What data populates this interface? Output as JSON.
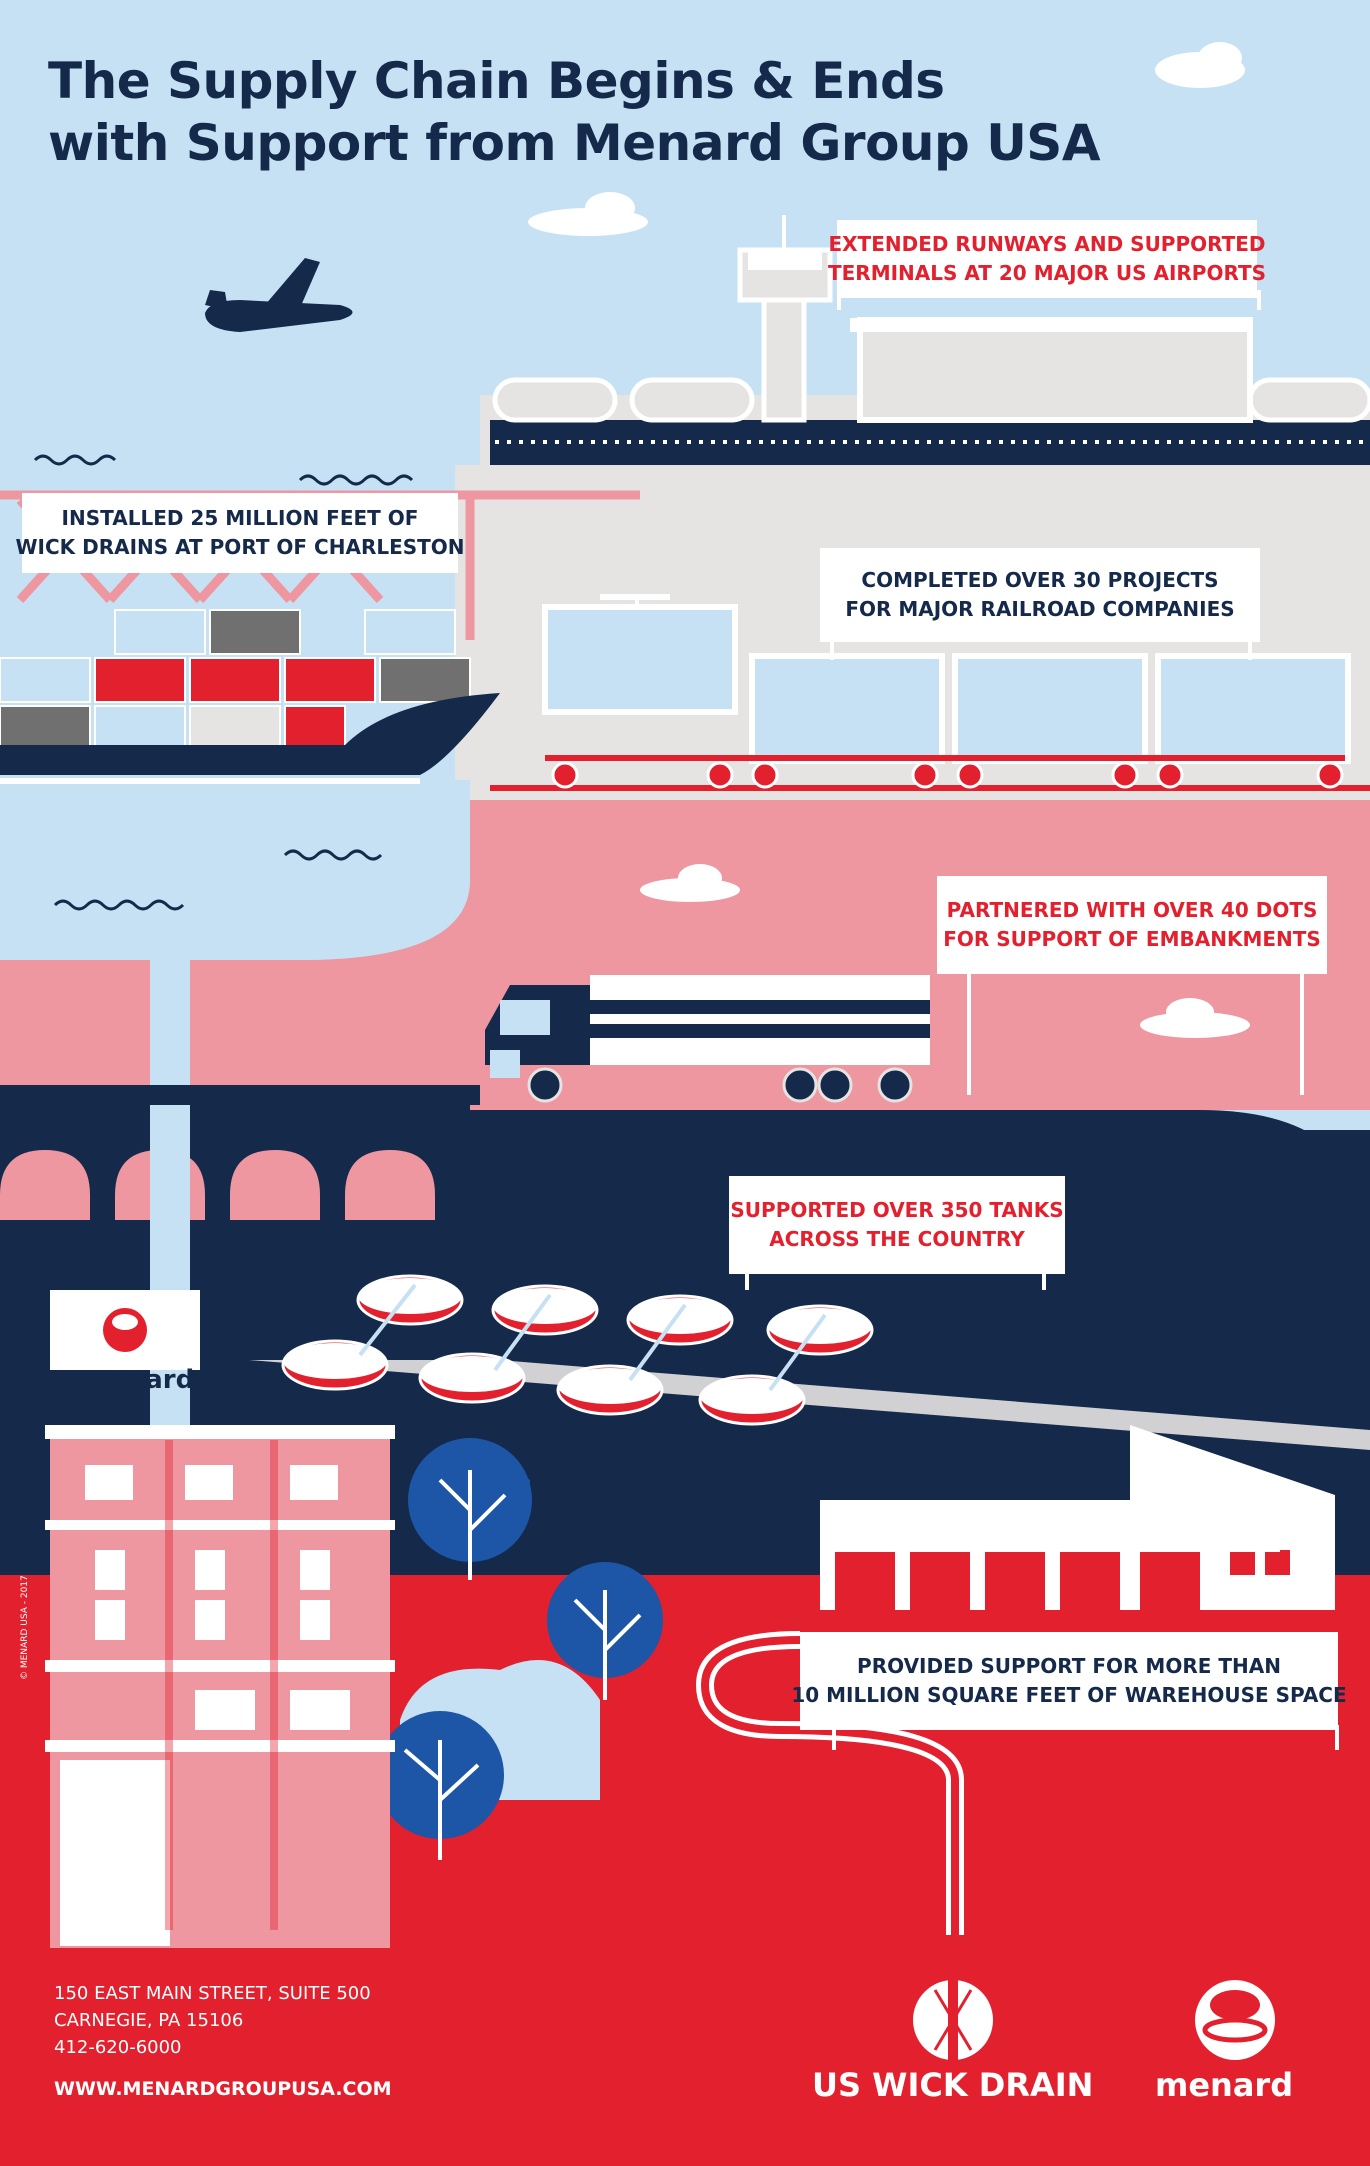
{
  "title": {
    "line1": "The Supply Chain Begins & Ends",
    "line2": "with Support from Menard Group USA"
  },
  "callouts": {
    "airports": {
      "line1": "EXTENDED RUNWAYS AND SUPPORTED",
      "line2": "TERMINALS AT 20 MAJOR US AIRPORTS"
    },
    "port": {
      "line1": "INSTALLED 25 MILLION FEET OF",
      "line2": "WICK DRAINS AT PORT OF CHARLESTON"
    },
    "railroad": {
      "line1": "COMPLETED OVER 30 PROJECTS",
      "line2": "FOR MAJOR RAILROAD COMPANIES"
    },
    "dots": {
      "line1": "PARTNERED WITH OVER 40 DOTS",
      "line2": "FOR SUPPORT OF EMBANKMENTS"
    },
    "tanks": {
      "line1": "SUPPORTED OVER 350 TANKS",
      "line2": "ACROSS THE COUNTRY"
    },
    "warehouse": {
      "line1": "PROVIDED SUPPORT FOR MORE THAN",
      "line2": "10 MILLION SQUARE FEET OF WAREHOUSE SPACE"
    }
  },
  "building_sign": "menard",
  "copyright": "© MENARD USA - 2017",
  "footer": {
    "address_line1": "150 EAST MAIN STREET, SUITE 500",
    "address_line2": "CARNEGIE, PA 15106",
    "phone": "412-620-6000",
    "website": "WWW.MENARDGROUPUSA.COM",
    "logo_uswick": "US WICK DRAIN",
    "logo_menard": "menard"
  },
  "colors": {
    "sky": "#c5e1f3",
    "navy": "#15294a",
    "red": "#e2202e",
    "pink": "#ee97a1",
    "gray": "#e6e3e3",
    "water": "#c5e1f3"
  },
  "icons": [
    "airplane-icon",
    "cloud-icon",
    "control-tower-icon",
    "terminal-icon",
    "crane-icon",
    "container-ship-icon",
    "train-icon",
    "truck-icon",
    "bridge-icon",
    "storage-tank-icon",
    "tree-icon",
    "office-building-icon",
    "warehouse-icon",
    "us-wick-drain-logo",
    "menard-logo"
  ]
}
